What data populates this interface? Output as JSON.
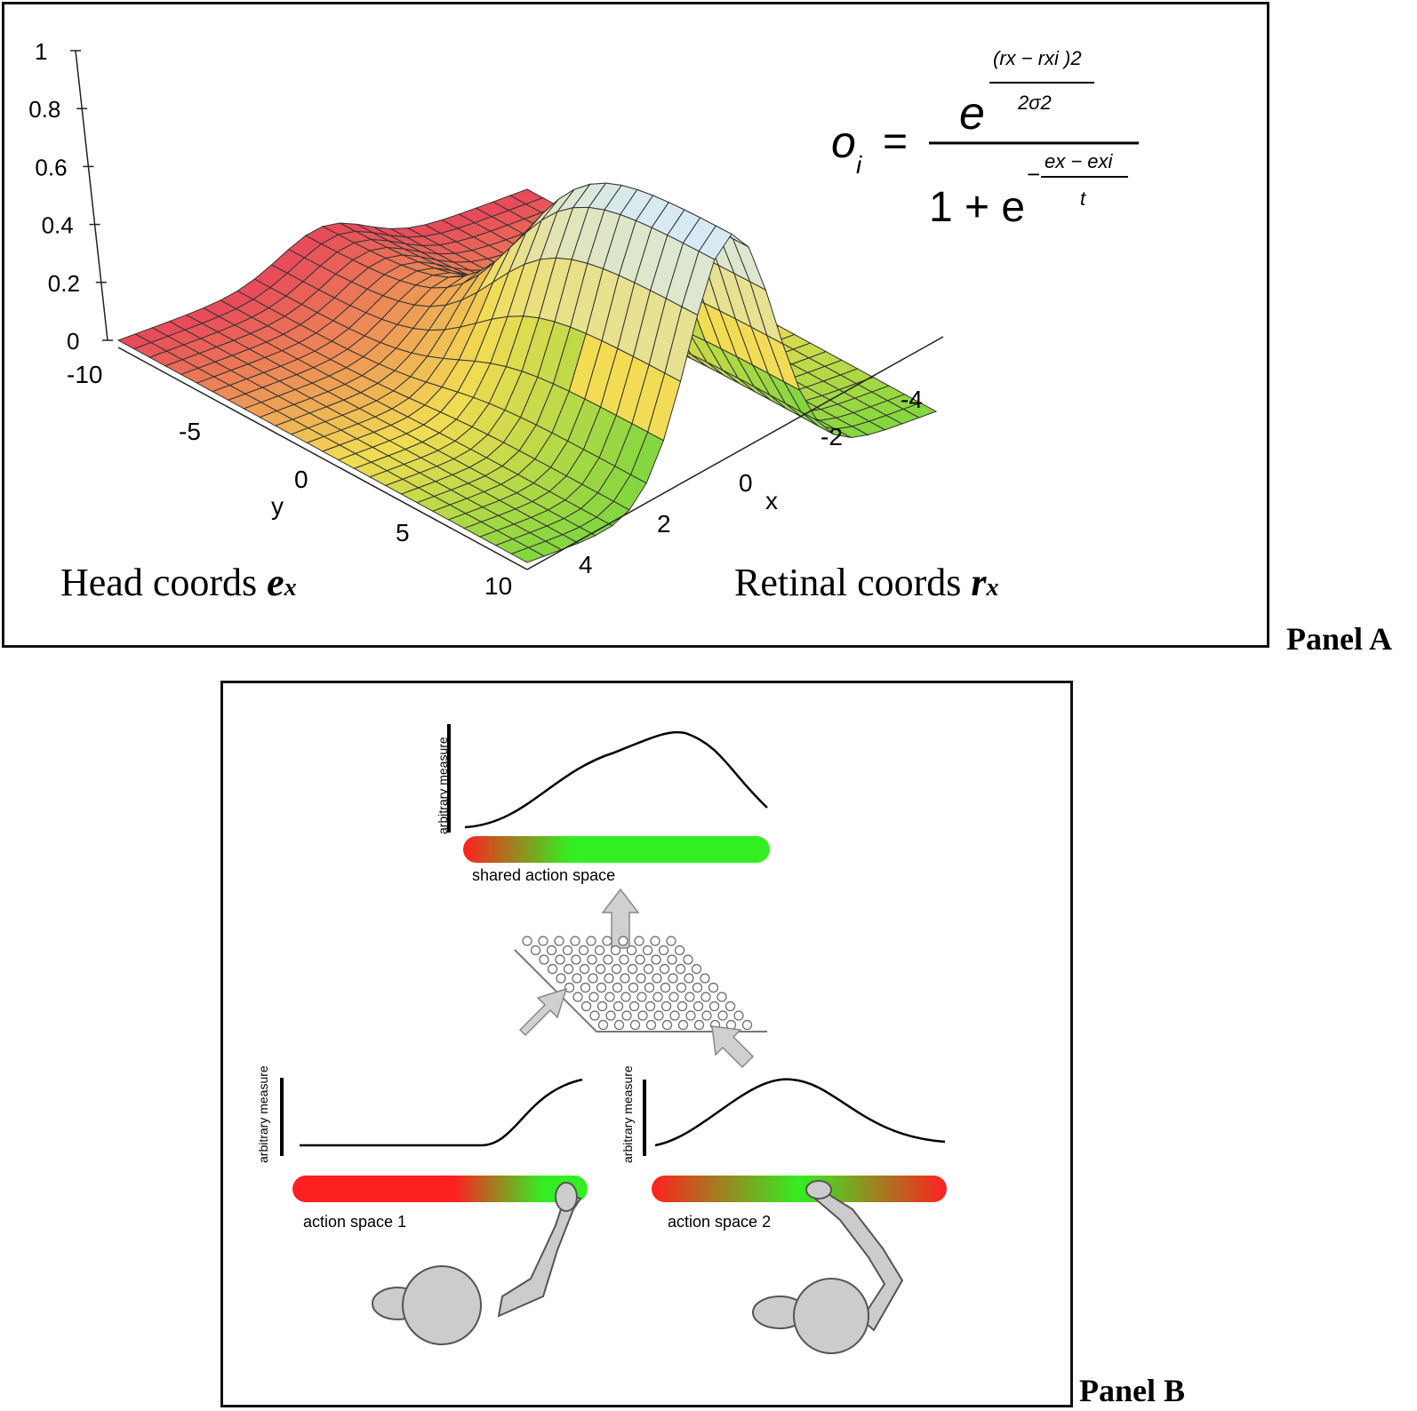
{
  "panel_a": {
    "label": "Panel A",
    "z_ticks": [
      "1",
      "0.8",
      "0.6",
      "0.4",
      "0.2",
      "0"
    ],
    "y_ticks": [
      "-10",
      "-5",
      "0",
      "5",
      "10"
    ],
    "x_ticks": [
      "-4",
      "-2",
      "0",
      "2",
      "4"
    ],
    "y_axis_label": "y",
    "x_axis_label": "x",
    "head_coords_label": "Head coords ",
    "head_coords_symbol": "e",
    "head_coords_sub": "x",
    "retinal_coords_label": "Retinal coords ",
    "retinal_coords_symbol": "r",
    "retinal_coords_sub": "x",
    "formula": {
      "lhs": "o",
      "lhs_sub": "i",
      "equals": "=",
      "numer_base": "e",
      "numer_exp_top": "(rx − rxi )2",
      "numer_exp_bottom": "2σ2",
      "denom_prefix": "1 + e",
      "denom_exp_minus": "−",
      "denom_exp_top": "ex − exi",
      "denom_exp_bottom": "t"
    },
    "colors": {
      "surface_low": "#e6455a",
      "surface_mid": "#f4d64a",
      "surface_high": "#cfe6f6",
      "surface_right": "#7ed63c"
    }
  },
  "panel_b": {
    "label": "Panel B",
    "shared_ylabel": "arbitrary measure",
    "shared_space_label": "shared action space",
    "space1_ylabel": "arbitrary measure",
    "space1_label": "action space 1",
    "space2_ylabel": "arbitrary measure",
    "space2_label": "action space 2",
    "colors": {
      "red": "#ff2020",
      "green": "#33ee22",
      "figure": "#cccccc"
    }
  }
}
